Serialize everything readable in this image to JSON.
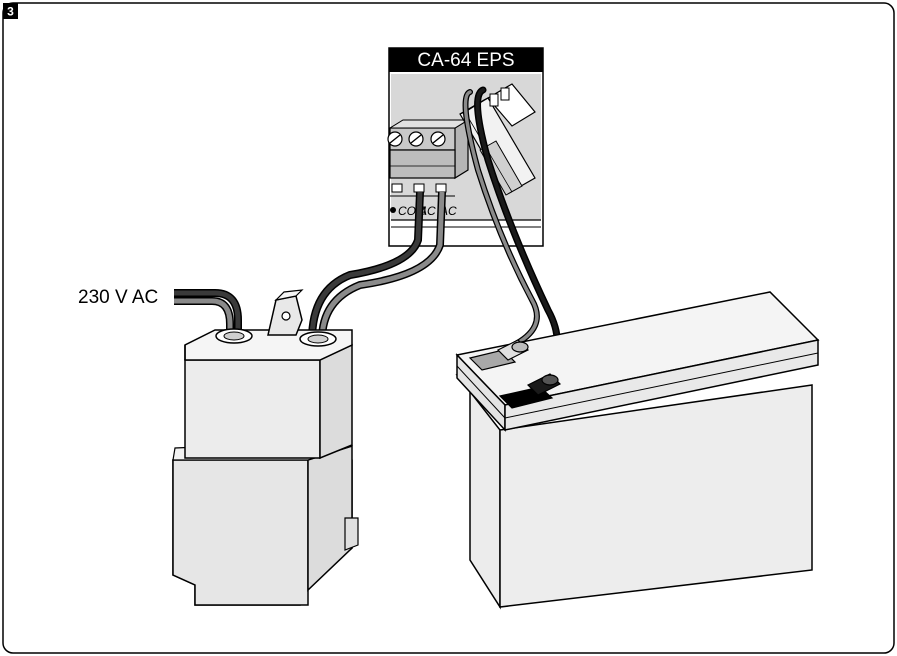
{
  "figure": {
    "number": "3"
  },
  "module": {
    "title": "CA-64 EPS",
    "terminals": [
      "COM",
      "AC",
      "AC"
    ]
  },
  "input": {
    "label": "230 V AC"
  },
  "colors": {
    "ink": "#000000",
    "body_fill": "#ececec",
    "body_shade": "#dcdcdc",
    "module_fill": "#d8d8d8",
    "wire_dark": "#3a3a3a",
    "wire_gray": "#8a8a8a"
  }
}
